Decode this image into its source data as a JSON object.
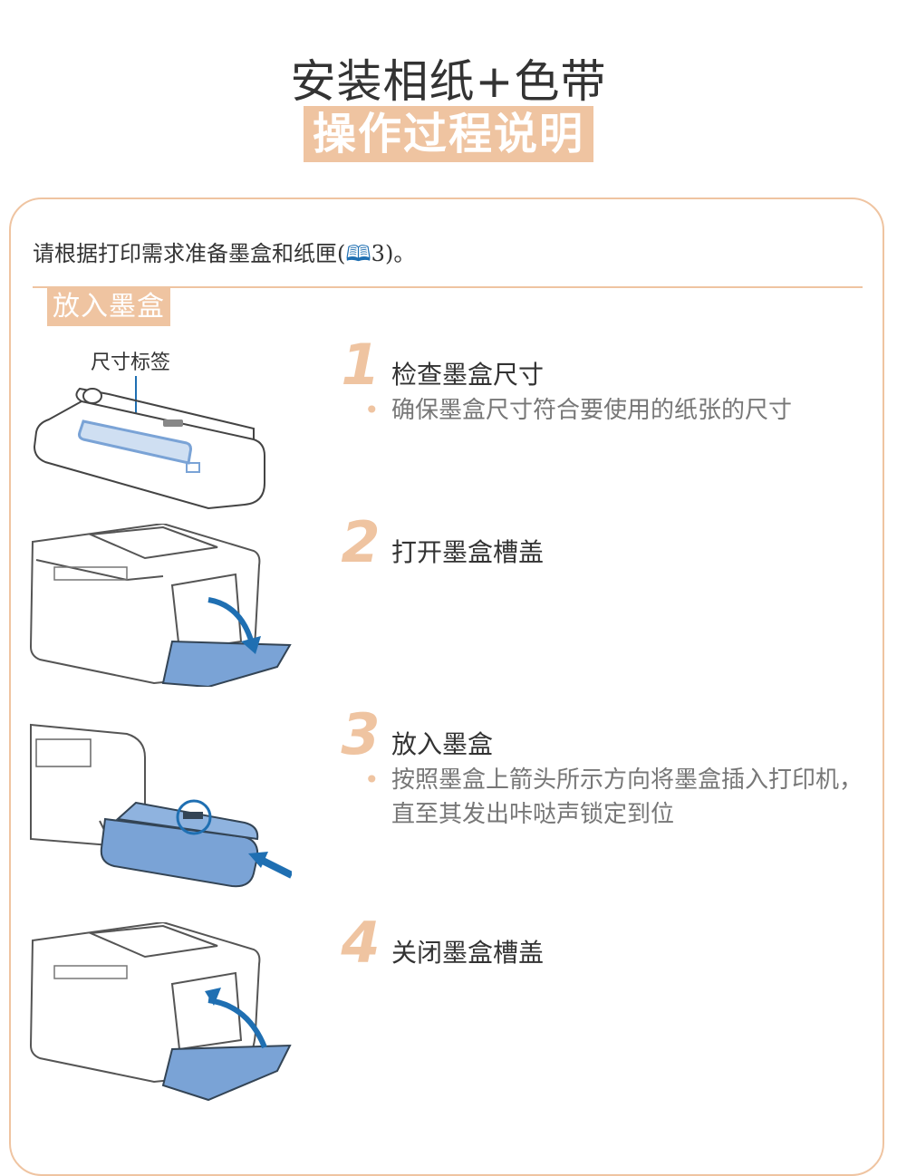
{
  "header": {
    "title": "安装相纸+色带",
    "subtitle": "操作过程说明"
  },
  "intro": {
    "text_before": "请根据打印需求准备墨盒和纸匣(",
    "book_icon": "book-icon",
    "ref": "3",
    "text_after": ")。"
  },
  "section": {
    "label": "放入墨盒"
  },
  "figure1": {
    "label": "尺寸标签"
  },
  "steps": [
    {
      "num": "1",
      "title": "检查墨盒尺寸",
      "desc": "确保墨盒尺寸符合要使用的纸张的尺寸"
    },
    {
      "num": "2",
      "title": "打开墨盒槽盖",
      "desc": ""
    },
    {
      "num": "3",
      "title": "放入墨盒",
      "desc": "按照墨盒上箭头所示方向将墨盒插入打印机，直至其发出咔哒声锁定到位"
    },
    {
      "num": "4",
      "title": "关闭墨盒槽盖",
      "desc": ""
    }
  ],
  "colors": {
    "accent": "#efc4a1",
    "highlight_blue": "#7aa3d6",
    "arrow_blue": "#1f6fb2"
  }
}
